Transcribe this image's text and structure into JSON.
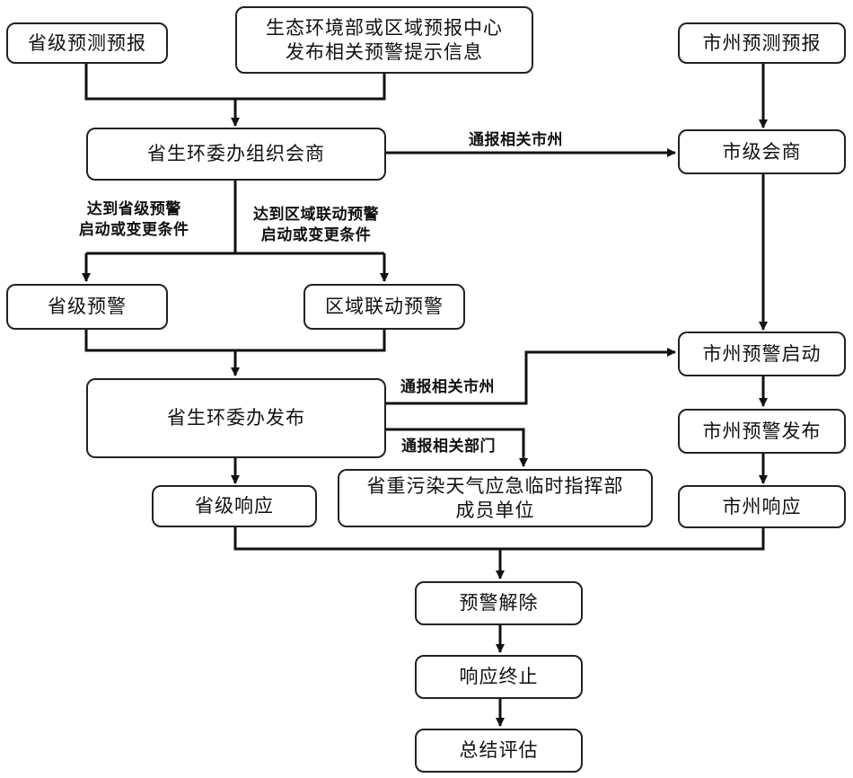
{
  "nodes": {
    "province_forecast": "省级预测预报",
    "ministry_line1": "生态环境部或区域预报中心",
    "ministry_line2": "发布相关预警提示信息",
    "city_forecast": "市州预测预报",
    "province_consult": "省生环委办组织会商",
    "city_consult": "市级会商",
    "province_warning": "省级预警",
    "regional_warning": "区域联动预警",
    "city_warning_start": "市州预警启动",
    "province_publish": "省生环委办发布",
    "city_warning_publish": "市州预警发布",
    "province_response": "省级响应",
    "command_line1": "省重污染天气应急临时指挥部",
    "command_line2": "成员单位",
    "city_response": "市州响应",
    "warning_release": "预警解除",
    "response_end": "响应终止",
    "summary_eval": "总结评估"
  },
  "edge_labels": {
    "notify_cities_1": "通报相关市州",
    "province_cond_line1": "达到省级预警",
    "province_cond_line2": "启动或变更条件",
    "regional_cond_line1": "达到区域联动预警",
    "regional_cond_line2": "启动或变更条件",
    "notify_cities_2": "通报相关市州",
    "notify_departments": "通报相关部门"
  }
}
